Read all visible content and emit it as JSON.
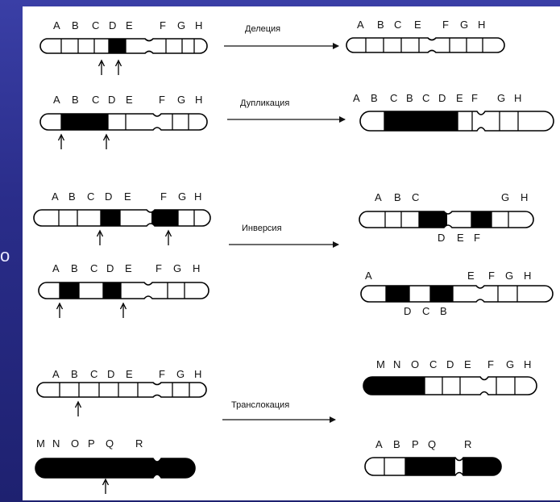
{
  "stray_char": "о",
  "operations": {
    "deletion": "Делеция",
    "duplication": "Дупликация",
    "inversion": "Инверсия",
    "translocation": "Транслокация"
  },
  "rows": {
    "del_before": [
      "A",
      "B",
      "C",
      "D",
      "E",
      "F",
      "G",
      "H"
    ],
    "del_after": [
      "A",
      "B",
      "C",
      "E",
      "F",
      "G",
      "H"
    ],
    "dup_before": [
      "A",
      "B",
      "C",
      "D",
      "E",
      "F",
      "G",
      "H"
    ],
    "dup_after": [
      "A",
      "B",
      "C",
      "B",
      "C",
      "D",
      "E",
      "F",
      "G",
      "H"
    ],
    "inv1_before": [
      "A",
      "B",
      "C",
      "D",
      "E",
      "F",
      "G",
      "H"
    ],
    "inv1_after_top": [
      "A",
      "B",
      "C",
      "G",
      "H"
    ],
    "inv1_after_bottom": [
      "D",
      "E",
      "F"
    ],
    "inv2_before": [
      "A",
      "B",
      "C",
      "D",
      "E",
      "F",
      "G",
      "H"
    ],
    "inv2_after_top": [
      "A",
      "E",
      "F",
      "G",
      "H"
    ],
    "inv2_after_bottom": [
      "D",
      "C",
      "B"
    ],
    "trans_before_top": [
      "A",
      "B",
      "C",
      "D",
      "E",
      "F",
      "G",
      "H"
    ],
    "trans_before_bottom": [
      "M",
      "N",
      "O",
      "P",
      "Q",
      "R"
    ],
    "trans_after_top": [
      "M",
      "N",
      "O",
      "C",
      "D",
      "E",
      "F",
      "G",
      "H"
    ],
    "trans_after_bottom": [
      "A",
      "B",
      "P",
      "Q",
      "R"
    ]
  }
}
